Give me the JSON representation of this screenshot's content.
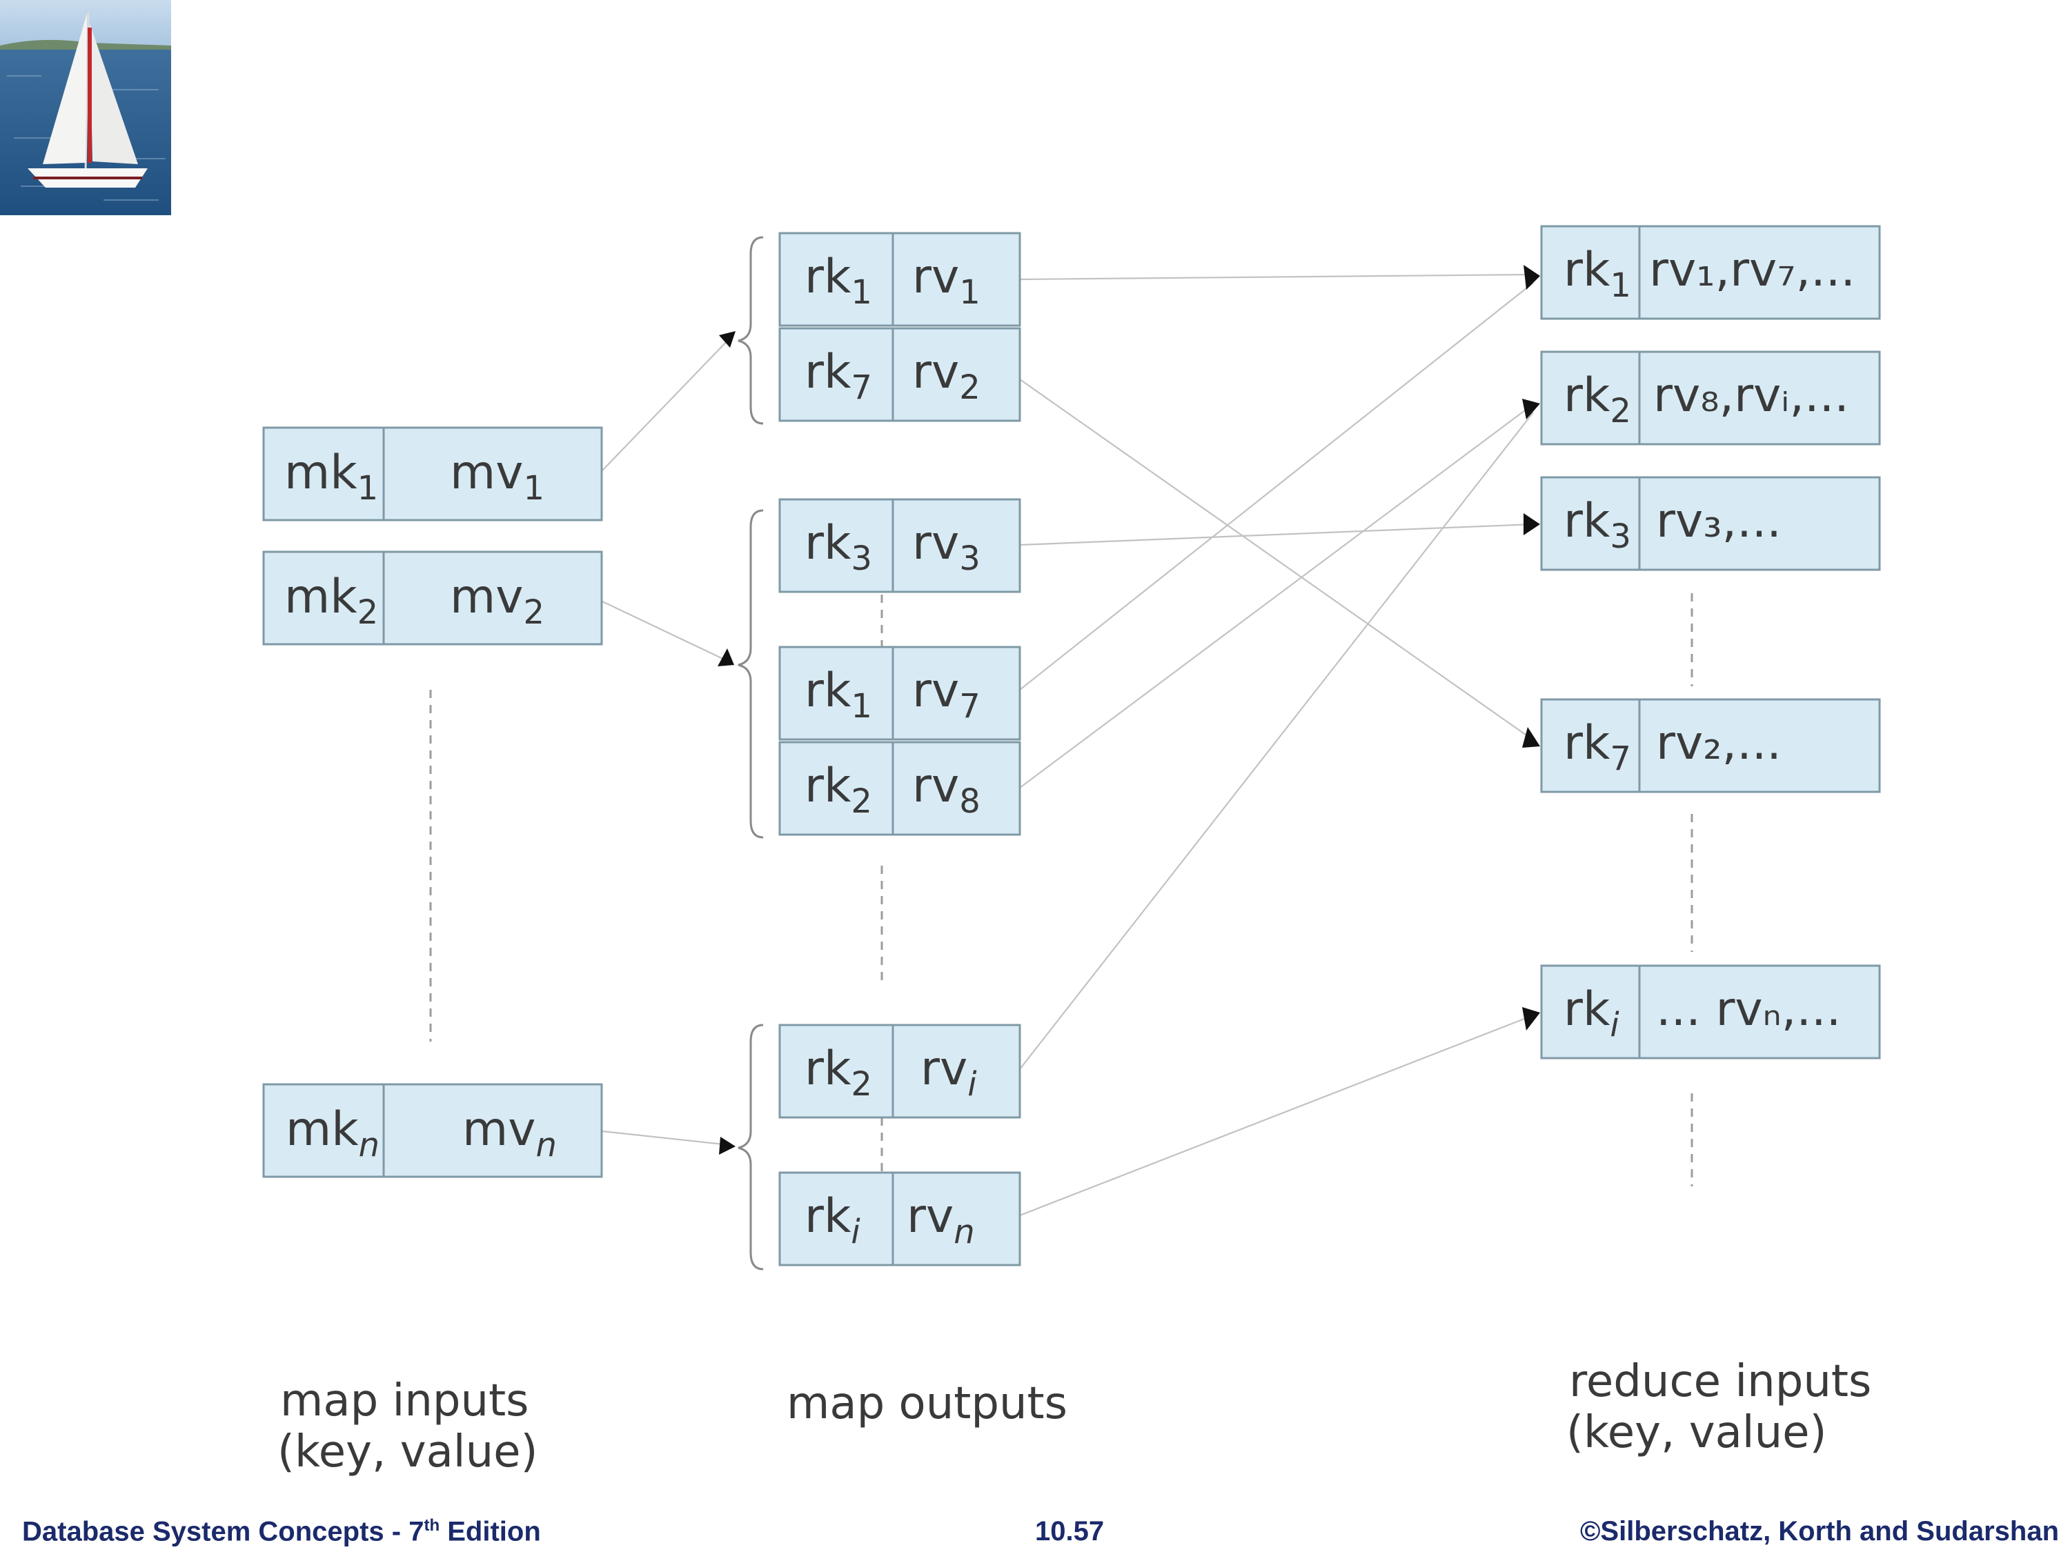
{
  "map_inputs": [
    {
      "key": "mk",
      "key_sub": "1",
      "value": "mv",
      "value_sub": "1"
    },
    {
      "key": "mk",
      "key_sub": "2",
      "value": "mv",
      "value_sub": "2"
    },
    {
      "key": "mk",
      "key_sub": "n",
      "value": "mv",
      "value_sub": "n"
    }
  ],
  "map_outputs": [
    {
      "key": "rk",
      "key_sub": "1",
      "value": "rv",
      "value_sub": "1"
    },
    {
      "key": "rk",
      "key_sub": "7",
      "value": "rv",
      "value_sub": "2"
    },
    {
      "key": "rk",
      "key_sub": "3",
      "value": "rv",
      "value_sub": "3"
    },
    {
      "key": "rk",
      "key_sub": "1",
      "value": "rv",
      "value_sub": "7"
    },
    {
      "key": "rk",
      "key_sub": "2",
      "value": "rv",
      "value_sub": "8"
    },
    {
      "key": "rk",
      "key_sub": "2",
      "value": "rv",
      "value_sub": "i"
    },
    {
      "key": "rk",
      "key_sub": "i",
      "value": "rv",
      "value_sub": "n"
    }
  ],
  "reduce_inputs": [
    {
      "key": "rk",
      "key_sub": "1",
      "value": "rv₁,rv₇,..."
    },
    {
      "key": "rk",
      "key_sub": "2",
      "value": "rv₈,rvᵢ,..."
    },
    {
      "key": "rk",
      "key_sub": "3",
      "value": "rv₃,..."
    },
    {
      "key": "rk",
      "key_sub": "7",
      "value": "rv₂,..."
    },
    {
      "key": "rk",
      "key_sub": "i",
      "value": "... rvₙ,..."
    }
  ],
  "captions": {
    "map_inputs": [
      "map inputs",
      "(key, value)"
    ],
    "map_outputs": [
      "map outputs"
    ],
    "reduce_inputs": [
      "reduce inputs",
      "(key, value)"
    ]
  },
  "footer": {
    "left": "Database System Concepts - 7",
    "left_sup": "th",
    "left_suffix": " Edition",
    "center": "10.57",
    "right": "©Silberschatz, Korth and Sudarshan"
  },
  "colors": {
    "cell_fill": "#d8ebf5",
    "cell_border": "#7f9aa6",
    "footer_text": "#1b2a6b"
  },
  "logo": {
    "icon": "sailboat-icon"
  }
}
